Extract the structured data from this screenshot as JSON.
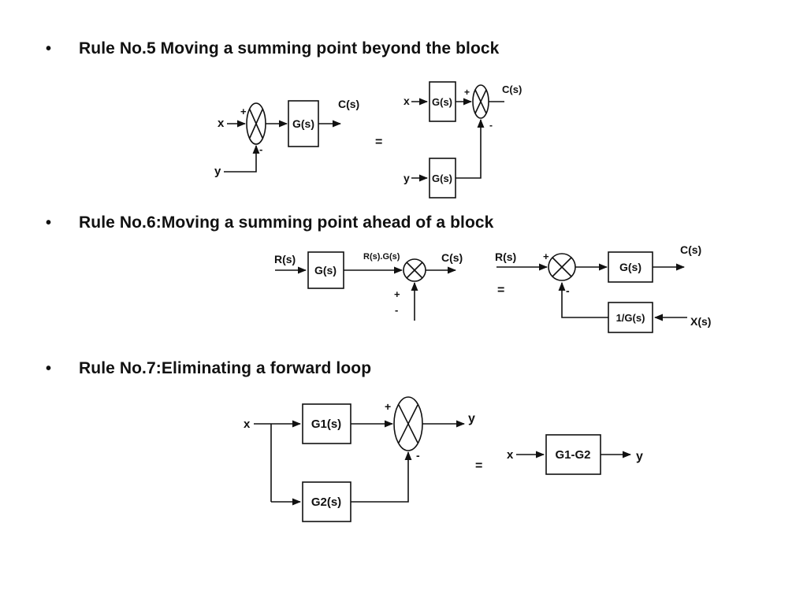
{
  "rules": [
    {
      "bullet": "•",
      "title": "Rule No.5 Moving a summing point beyond the block",
      "left": {
        "in_x": "x",
        "in_y": "y",
        "plus": "+",
        "minus": "-",
        "block": "G(s)",
        "out": "C(s)"
      },
      "equals": "=",
      "right": {
        "in_x": "x",
        "in_y": "y",
        "block_top": "G(s)",
        "block_bottom": "G(s)",
        "plus": "+",
        "minus": "-",
        "out": "C(s)"
      }
    },
    {
      "bullet": "•",
      "title": "Rule No.6:Moving a summing point ahead of a block",
      "left": {
        "input": "R(s)",
        "block": "G(s)",
        "mid": "R(s).G(s)",
        "out": "C(s)",
        "plus": "+",
        "minus": "-"
      },
      "equals": "=",
      "right": {
        "input": "R(s)",
        "plus": "+",
        "minus": "-",
        "block": "G(s)",
        "out": "C(s)",
        "fb_block": "1/G(s)",
        "fb_in": "X(s)"
      }
    },
    {
      "bullet": "•",
      "title": "Rule No.7:Eliminating a forward loop",
      "left": {
        "input": "x",
        "block1": "G1(s)",
        "block2": "G2(s)",
        "plus": "+",
        "minus": "-",
        "out": "y"
      },
      "equals": "=",
      "right": {
        "input": "x",
        "block": "G1-G2",
        "out": "y"
      }
    }
  ]
}
